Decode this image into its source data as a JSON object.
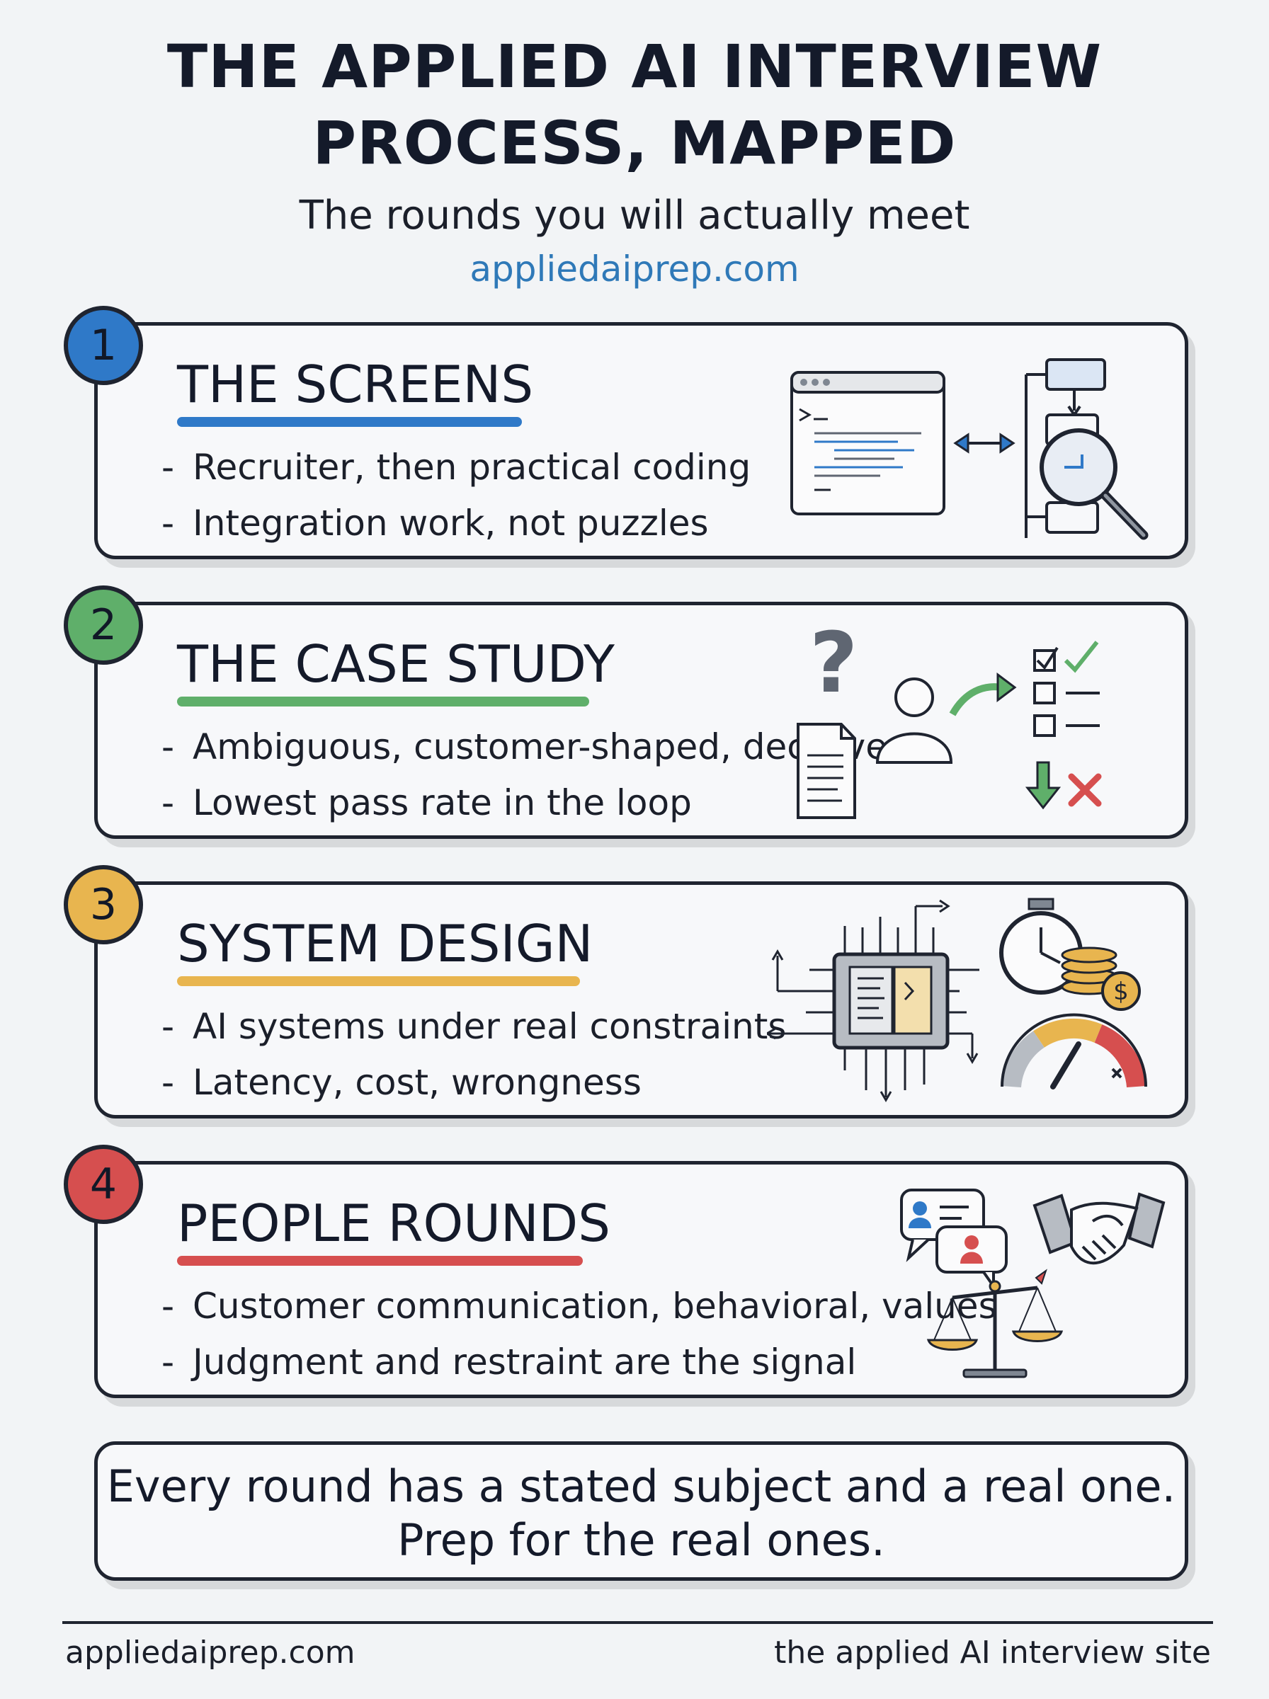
{
  "header": {
    "title_line1": "THE APPLIED AI INTERVIEW",
    "title_line2": "PROCESS, MAPPED",
    "subtitle": "The rounds you will actually meet",
    "site": "appliedaiprep.com"
  },
  "rounds": [
    {
      "number": "1",
      "title": "THE SCREENS",
      "accent": "#2f79c8",
      "bullets": [
        "Recruiter, then practical coding",
        "Integration work, not puzzles"
      ],
      "icons": [
        "code-window-icon",
        "flowchart-icon",
        "magnifier-icon",
        "double-arrow-icon"
      ]
    },
    {
      "number": "2",
      "title": "THE CASE STUDY",
      "accent": "#5faf6a",
      "bullets": [
        "Ambiguous, customer-shaped, decisive",
        "Lowest pass rate in the loop"
      ],
      "icons": [
        "question-mark-icon",
        "document-icon",
        "person-icon",
        "curved-arrow-icon",
        "checklist-icon",
        "down-arrow-icon",
        "x-mark-icon"
      ]
    },
    {
      "number": "3",
      "title": "SYSTEM DESIGN",
      "accent": "#e8b54f",
      "bullets": [
        "AI systems under real constraints",
        "Latency, cost, wrongness"
      ],
      "icons": [
        "chip-icon",
        "stopwatch-icon",
        "coins-icon",
        "gauge-icon"
      ]
    },
    {
      "number": "4",
      "title": "PEOPLE ROUNDS",
      "accent": "#d64f4f",
      "bullets": [
        "Customer communication, behavioral, values",
        "Judgment and restraint are the signal"
      ],
      "icons": [
        "chat-bubbles-icon",
        "handshake-icon",
        "scales-icon"
      ]
    }
  ],
  "takeaway": {
    "line1": "Every round has a stated subject and a real one.",
    "line2": "Prep for the real ones."
  },
  "footer": {
    "left": "appliedaiprep.com",
    "right": "the applied AI interview site"
  }
}
